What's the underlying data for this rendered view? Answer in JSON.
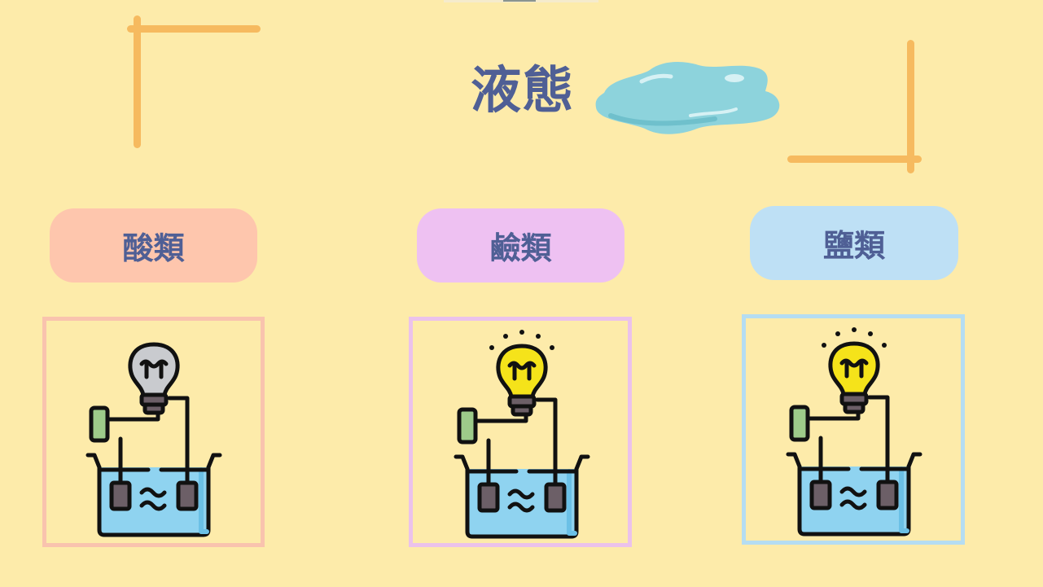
{
  "title": "液態",
  "colors": {
    "background": "#FDEBAA",
    "accent_line": "#F6BA5F",
    "title_text": "#4F5F95",
    "puddle": "#8DD3DC"
  },
  "categories": [
    {
      "label": "酸類",
      "pill_color": "#FEC6AD",
      "frame_color": "#F9C3AE",
      "bulb": "unlit"
    },
    {
      "label": "鹼類",
      "pill_color": "#EEC1F2",
      "frame_color": "#EBC2EB",
      "bulb": "lit"
    },
    {
      "label": "鹽類",
      "pill_color": "#BEE0F5",
      "frame_color": "#B5DDF2",
      "bulb": "lit"
    }
  ],
  "icons": {
    "title_decoration": "water-puddle-icon",
    "experiment": "conductivity-test-icon"
  }
}
